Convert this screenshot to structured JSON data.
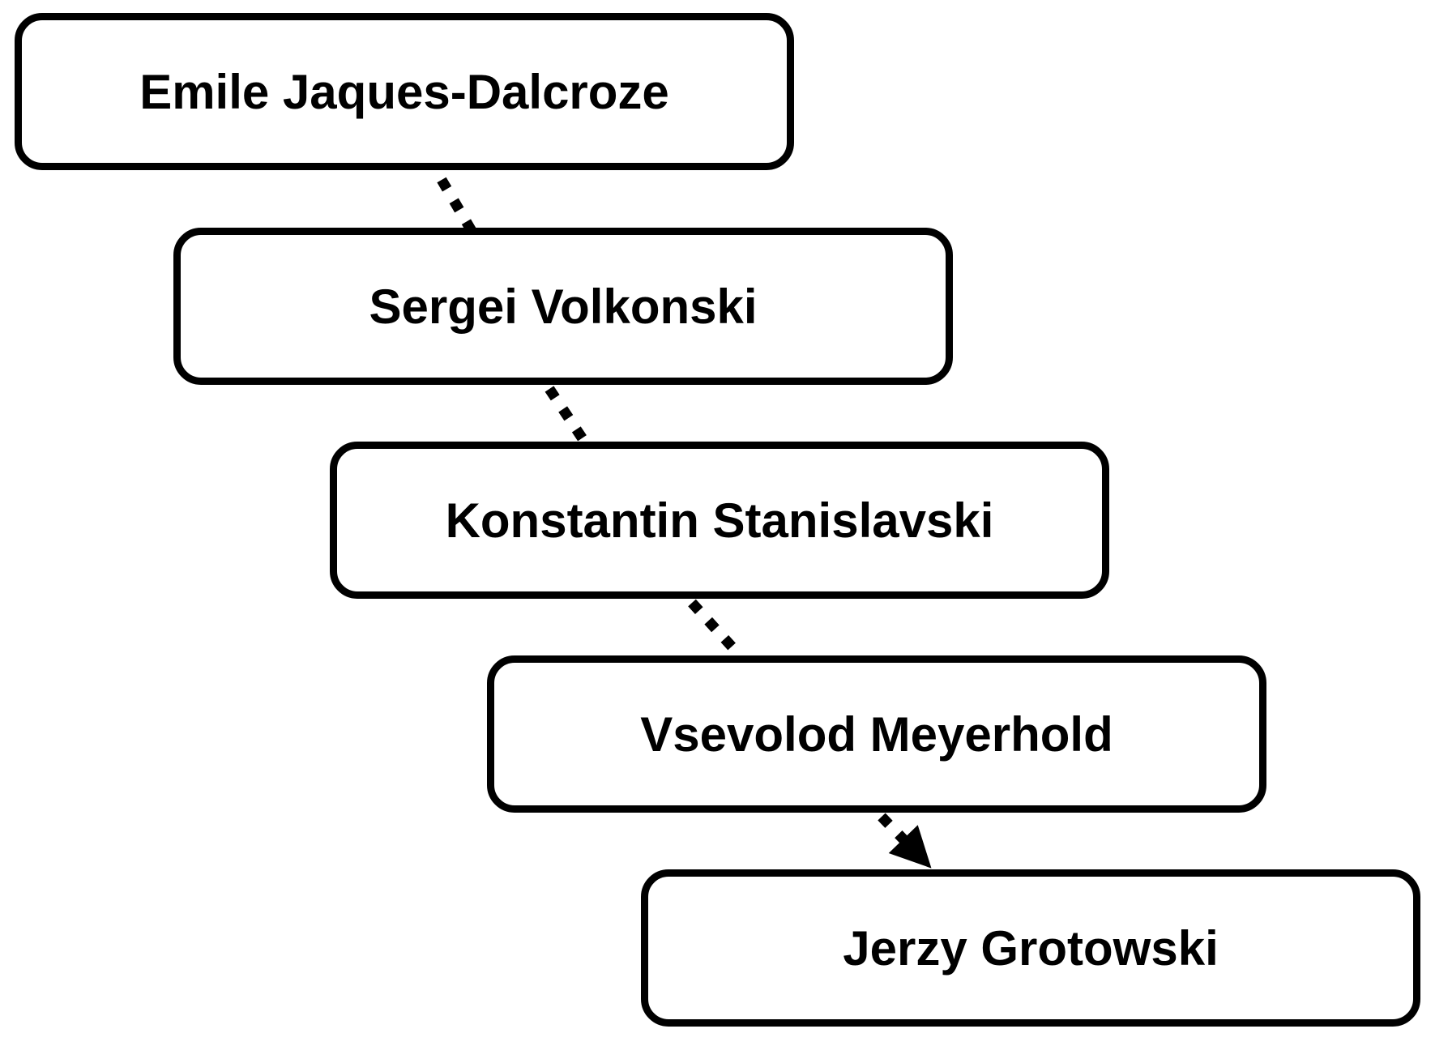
{
  "diagram": {
    "type": "flowchart",
    "layout": "staircase-top-left-to-bottom-right",
    "nodes": [
      {
        "id": "emile-jaques-dalcroze",
        "label": "Emile Jaques-Dalcroze"
      },
      {
        "id": "sergei-volkonski",
        "label": "Sergei Volkonski"
      },
      {
        "id": "konstantin-stanislavski",
        "label": "Konstantin Stanislavski"
      },
      {
        "id": "vsevolod-meyerhold",
        "label": "Vsevolod Meyerhold"
      },
      {
        "id": "jerzy-grotowski",
        "label": "Jerzy Grotowski"
      }
    ],
    "edges": [
      {
        "from": "emile-jaques-dalcroze",
        "to": "sergei-volkonski",
        "style": "dotted",
        "arrowhead": false
      },
      {
        "from": "sergei-volkonski",
        "to": "konstantin-stanislavski",
        "style": "dotted",
        "arrowhead": false
      },
      {
        "from": "konstantin-stanislavski",
        "to": "vsevolod-meyerhold",
        "style": "dotted",
        "arrowhead": false
      },
      {
        "from": "vsevolod-meyerhold",
        "to": "jerzy-grotowski",
        "style": "dotted",
        "arrowhead": true
      }
    ],
    "colors": {
      "page_background": "#ffffff",
      "node_background": "#ffffff",
      "node_border": "#000000",
      "text": "#000000",
      "connector": "#000000"
    }
  }
}
